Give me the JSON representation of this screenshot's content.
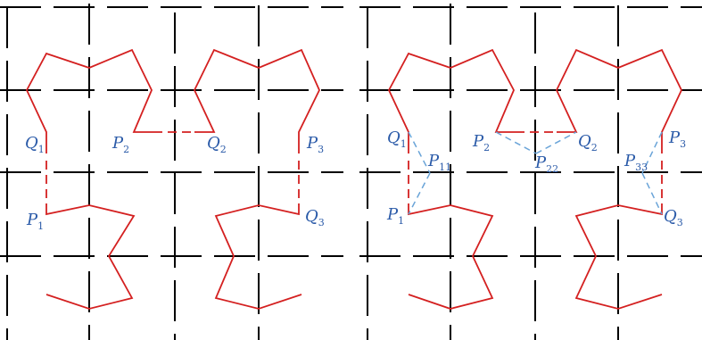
{
  "figure": {
    "colors": {
      "grid": "#000000",
      "curve": "#d42020",
      "construction": "#6aa4d8",
      "label": "#2a5aa8"
    },
    "left_panel": {
      "labels": [
        {
          "base": "Q",
          "sub": "1"
        },
        {
          "base": "P",
          "sub": "2"
        },
        {
          "base": "Q",
          "sub": "2"
        },
        {
          "base": "P",
          "sub": "3"
        },
        {
          "base": "P",
          "sub": "1"
        },
        {
          "base": "Q",
          "sub": "3"
        }
      ]
    },
    "right_panel": {
      "labels": [
        {
          "base": "Q",
          "sub": "1"
        },
        {
          "base": "P",
          "sub": "11"
        },
        {
          "base": "P",
          "sub": "2"
        },
        {
          "base": "Q",
          "sub": "2"
        },
        {
          "base": "P",
          "sub": "22"
        },
        {
          "base": "P",
          "sub": "3"
        },
        {
          "base": "P",
          "sub": "33"
        },
        {
          "base": "P",
          "sub": "1"
        },
        {
          "base": "Q",
          "sub": "3"
        }
      ]
    }
  }
}
